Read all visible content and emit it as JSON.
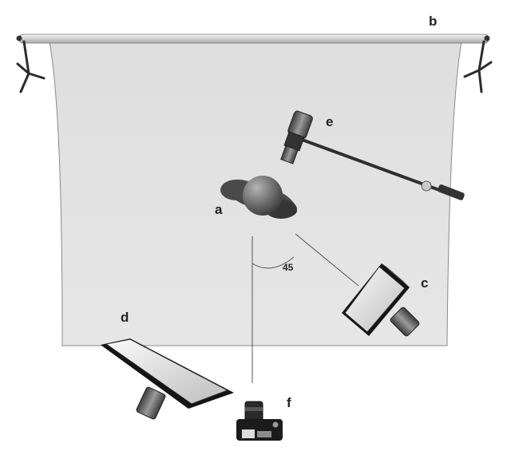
{
  "labels": {
    "subject": "a",
    "backdrop": "b",
    "key_light": "c",
    "fill_light": "d",
    "hair_light": "e",
    "camera": "f"
  },
  "angle_label": "45"
}
